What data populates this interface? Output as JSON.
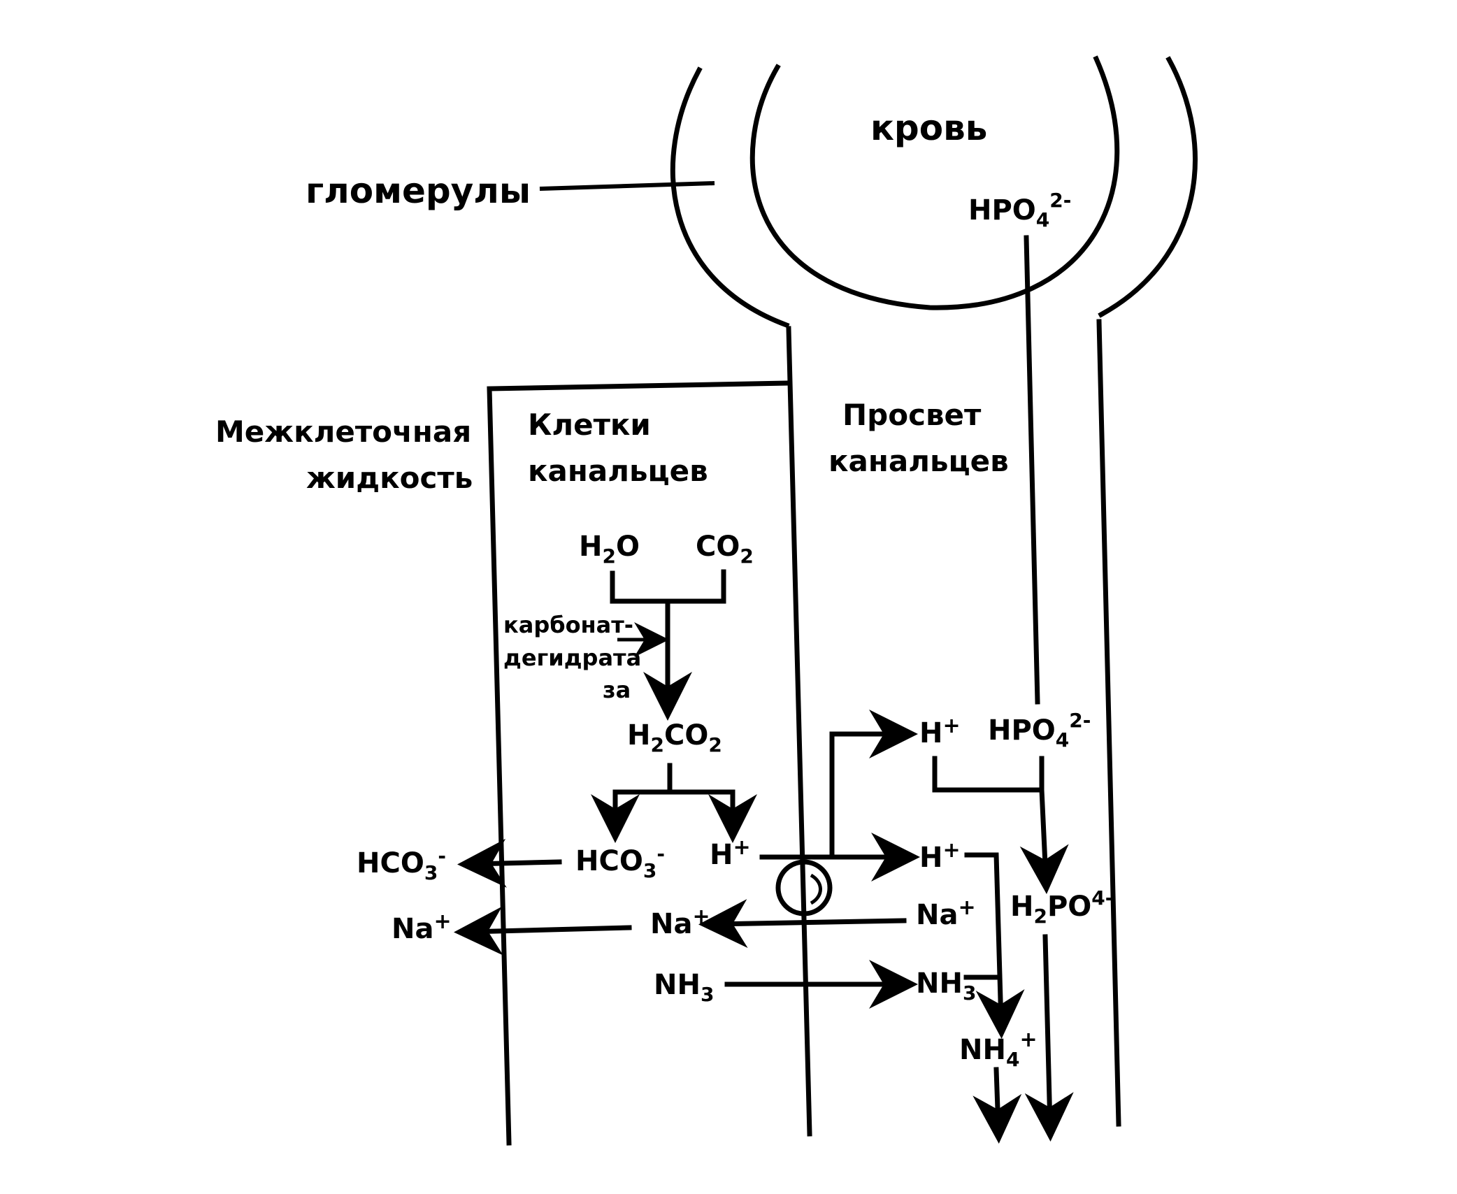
{
  "labels": {
    "blood": "кровь",
    "glomeruli": "гломерулы",
    "interstitial": [
      "Межклеточная",
      "жидкость"
    ],
    "tubule_cells": [
      "Клетки",
      "канальцев"
    ],
    "tubule_lumen": [
      "Просвет",
      "канальцев"
    ],
    "enzyme": [
      "карбонат-",
      "дегидрата",
      "за"
    ]
  },
  "chem": {
    "hpo4_blood": {
      "base": "HPO",
      "sub": "4",
      "sup": "2-"
    },
    "h2o": {
      "a": "H",
      "sub": "2",
      "b": "O"
    },
    "co2": {
      "a": "CO",
      "sub": "2"
    },
    "h2co2": {
      "a": "H",
      "sub1": "2",
      "b": "CO",
      "sub2": "2"
    },
    "hco3_cell": {
      "a": "HCO",
      "sub": "3",
      "sup": "-"
    },
    "hco3_out": {
      "a": "HCO",
      "sub": "3",
      "sup": "-"
    },
    "h_cell": {
      "a": "H",
      "sup": "+"
    },
    "h_lumen_top": {
      "a": "H",
      "sup": "+"
    },
    "hpo4_lumen": {
      "base": "HPO",
      "sub": "4",
      "sup": "2-"
    },
    "h_lumen_mid": {
      "a": "H",
      "sup": "+"
    },
    "h2po4": {
      "a": "H",
      "sub": "2",
      "b": "PO",
      "sup": "4-"
    },
    "na_out": {
      "a": "Na",
      "sup": "+"
    },
    "na_cell": {
      "a": "Na",
      "sup": "+"
    },
    "na_lumen": {
      "a": "Na",
      "sup": "+"
    },
    "nh3_cell": {
      "a": "NH",
      "sub": "3"
    },
    "nh3_lumen": {
      "a": "NH",
      "sub": "3"
    },
    "nh4": {
      "a": "NH",
      "sub": "4",
      "sup": "+"
    }
  }
}
